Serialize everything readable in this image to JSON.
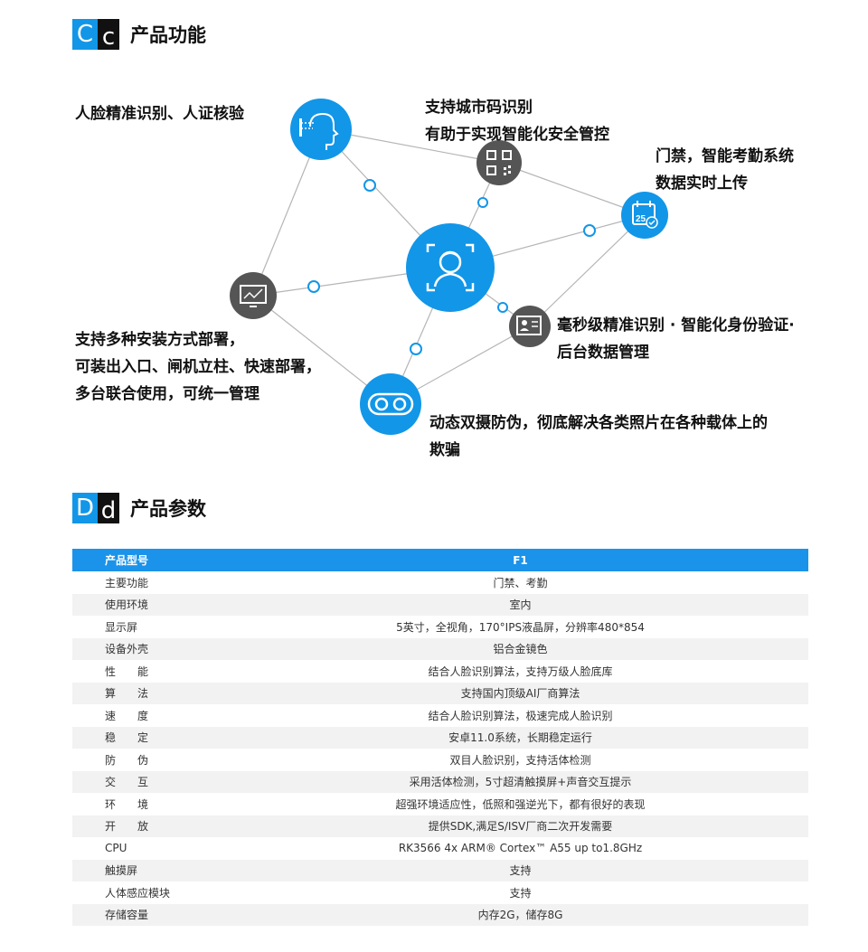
{
  "section_c": {
    "badge_big": "C",
    "badge_small": "c",
    "title": "产品功能"
  },
  "features": [
    {
      "lines": [
        "人脸精准识别、人证核验"
      ]
    },
    {
      "lines": [
        "支持城市码识别",
        "有助于实现智能化安全管控"
      ]
    },
    {
      "lines": [
        "门禁，智能考勤系统",
        "数据实时上传"
      ]
    },
    {
      "lines": [
        "毫秒级精准识别 · 智能化身份验证·",
        "后台数据管理"
      ]
    },
    {
      "lines": [
        "支持多种安装方式部署，",
        "可装出入口、闸机立柱、快速部署，",
        "多台联合使用，可统一管理"
      ]
    },
    {
      "lines": [
        "动态双摄防伪，彻底解决各类照片在各种载体上的",
        "欺骗"
      ]
    }
  ],
  "icons": {
    "face_scan": "face-scan-icon",
    "qr_code": "qr-code-icon",
    "calendar": "calendar-check-icon",
    "center": "face-recognition-icon",
    "monitor": "monitor-chart-icon",
    "id_card": "id-card-icon",
    "dual_camera": "dual-camera-icon"
  },
  "colors": {
    "accent": "#1296e8",
    "dark_node": "#555555",
    "table_header": "#1b93ea"
  },
  "section_d": {
    "badge_big": "D",
    "badge_small": "d",
    "title": "产品参数"
  },
  "table": {
    "header": {
      "name": "产品型号",
      "value": "F1"
    },
    "rows": [
      {
        "name": "主要功能",
        "value": "门禁、考勤"
      },
      {
        "name": "使用环境",
        "value": "室内"
      },
      {
        "name": "显示屏",
        "value": "5英寸，全视角，170°IPS液晶屏，分辨率480*854"
      },
      {
        "name": "设备外壳",
        "value": "铝合金镜色"
      },
      {
        "name": "性　　能",
        "value": "结合人脸识别算法，支持万级人脸底库"
      },
      {
        "name": "算　　法",
        "value": "支持国内顶级AI厂商算法"
      },
      {
        "name": "速　　度",
        "value": "结合人脸识别算法，极速完成人脸识别"
      },
      {
        "name": "稳　　定",
        "value": "安卓11.0系统，长期稳定运行"
      },
      {
        "name": "防　　伪",
        "value": "双目人脸识别，支持活体检测"
      },
      {
        "name": "交　　互",
        "value": "采用活体检测，5寸超清触摸屏+声音交互提示"
      },
      {
        "name": "环　　境",
        "value": "超强环境适应性，低照和强逆光下，都有很好的表现"
      },
      {
        "name": "开　　放",
        "value": "提供SDK,满足S/ISV厂商二次开发需要"
      },
      {
        "name": "CPU",
        "value": "RK3566 4x ARM® Cortex™ A55 up to1.8GHz"
      },
      {
        "name": "触摸屏",
        "value": "支持"
      },
      {
        "name": "人体感应模块",
        "value": "支持"
      },
      {
        "name": "存储容量",
        "value": "内存2G，储存8G"
      }
    ]
  }
}
